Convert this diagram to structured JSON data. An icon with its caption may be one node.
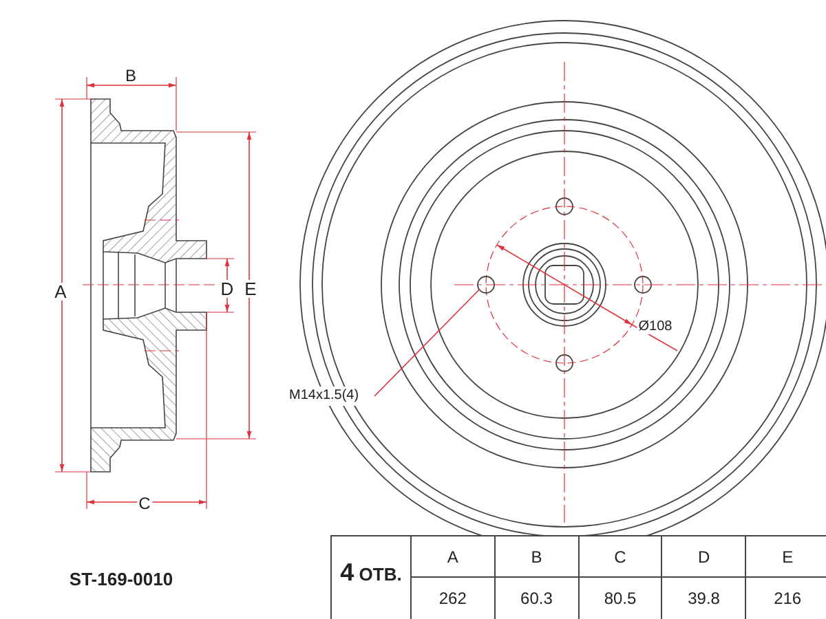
{
  "diagram": {
    "nodes": [
      {
        "text": [
          "M14x1.5(4)"
        ]
      },
      {
        "text": [],
        "shape": "circle"
      }
    ],
    "edges": [
      {
        "from": 0,
        "to": 1,
        "arrow": "none"
      }
    ],
    "labels": [
      "B",
      "A",
      "D",
      "E",
      "C",
      "Ø108",
      "ST-169-0010",
      "**4** ОТВ.",
      "A",
      "B",
      "C",
      "D",
      "E",
      "262",
      "60.3",
      "80.5",
      "39.8",
      "216"
    ]
  }
}
